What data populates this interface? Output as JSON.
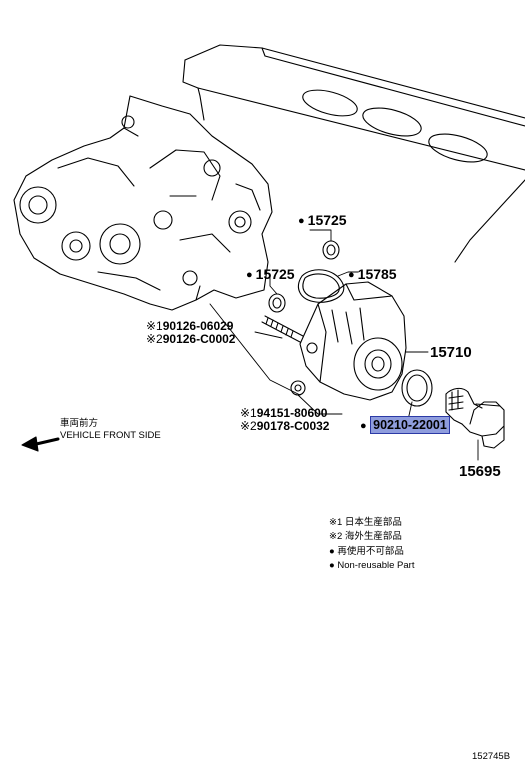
{
  "labels": {
    "p15725_top": "15725",
    "p15725_mid": "15725",
    "p15785": "15785",
    "p15710": "15710",
    "p15695": "15695",
    "p90210": "90210-22001",
    "ref1_mark": "※1",
    "ref1_code": "90126-06029",
    "ref2_mark": "※2",
    "ref2_code": "90126-C0002",
    "ref3_mark": "※1",
    "ref3_code": "94151-80600",
    "ref4_mark": "※2",
    "ref4_code": "90178-C0032"
  },
  "front": {
    "jp": "車両前方",
    "en": "VEHICLE FRONT SIDE"
  },
  "legend": {
    "note1": "※1 日本生産部品",
    "note2": "※2 海外生産部品",
    "note3": "● 再使用不可部品",
    "note4": "● Non-reusable Part"
  },
  "figure_code": "152745B",
  "colors": {
    "highlight": "#8f9ddd",
    "highlight_border": "#2c3aa6",
    "line": "#000000"
  }
}
